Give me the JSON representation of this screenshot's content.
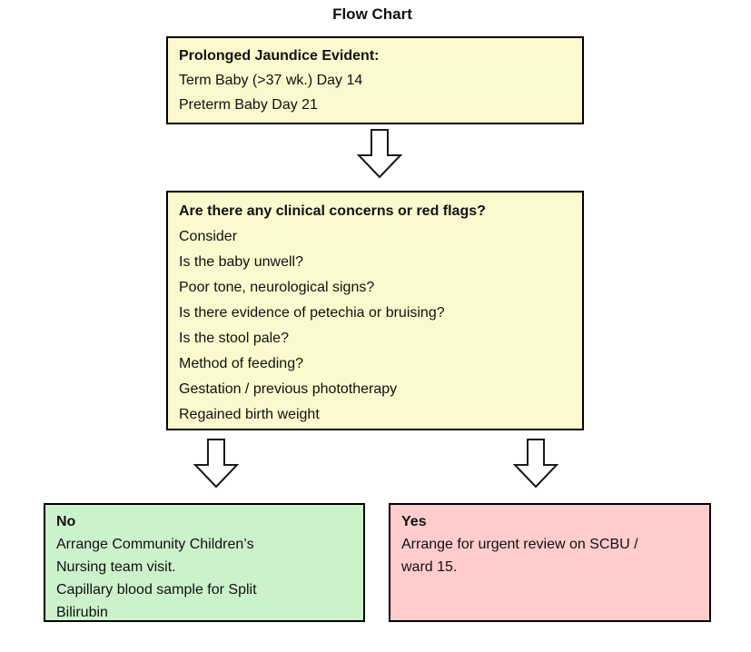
{
  "title": "Flow Chart",
  "colors": {
    "box_yellow": "#FBF9CD",
    "box_green": "#CCF2CC",
    "box_pink": "#FECDCC",
    "border": "#000000",
    "arrow_fill": "#FFFFFF",
    "arrow_stroke": "#1A1A1A"
  },
  "boxes": {
    "start": {
      "heading": "Prolonged Jaundice Evident:",
      "lines": [
        "Term Baby (>37 wk.) Day 14",
        "Preterm Baby Day 21"
      ]
    },
    "question": {
      "heading": "Are there any clinical concerns or red flags?",
      "lines": [
        "Consider",
        "Is the baby unwell?",
        "Poor tone, neurological signs?",
        "Is there evidence of petechia or bruising?",
        "Is the stool pale?",
        "Method of feeding?",
        "Gestation / previous phototherapy",
        "Regained birth weight"
      ]
    },
    "no_outcome": {
      "heading": "No",
      "lines": [
        "Arrange Community Children’s",
        "Nursing team visit.",
        "Capillary blood sample for Split",
        "Bilirubin"
      ]
    },
    "yes_outcome": {
      "heading": "Yes",
      "lines": [
        "Arrange for urgent review on SCBU /",
        "ward 15."
      ]
    }
  }
}
